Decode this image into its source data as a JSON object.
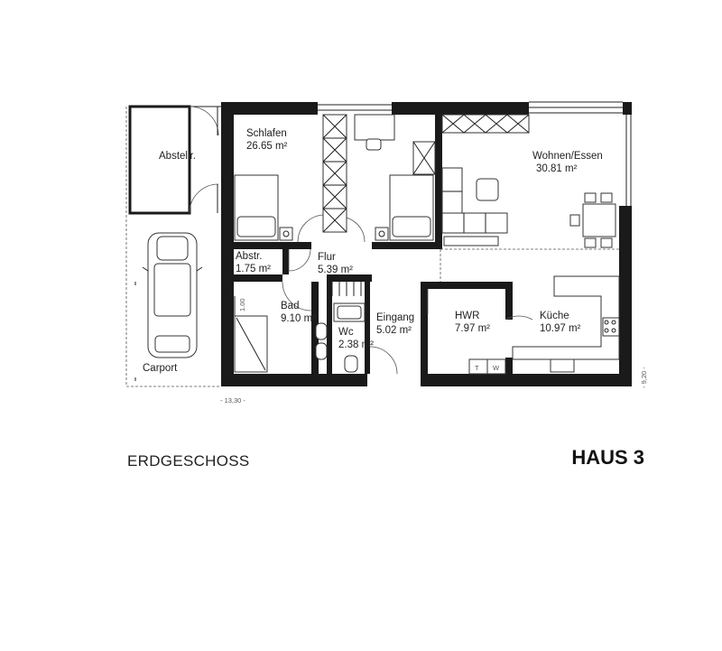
{
  "floor_label": "ERDGESCHOSS",
  "house_label": "HAUS 3",
  "dimensions": {
    "width": "- 13,30 -",
    "depth": "- 9,20 -"
  },
  "rooms": [
    {
      "id": "abstellr",
      "name": "Abstellr.",
      "area": ""
    },
    {
      "id": "schlafen",
      "name": "Schlafen",
      "area": "26.65 m²"
    },
    {
      "id": "wohnen",
      "name": "Wohnen/Essen",
      "area": "30.81 m²"
    },
    {
      "id": "abstr",
      "name": "Abstr.",
      "area": "1.75 m²"
    },
    {
      "id": "flur",
      "name": "Flur",
      "area": "5.39 m²"
    },
    {
      "id": "bad",
      "name": "Bad",
      "area": "9.10 m²"
    },
    {
      "id": "eingang",
      "name": "Eingang",
      "area": "5.02 m²"
    },
    {
      "id": "wc",
      "name": "Wc",
      "area": "2.38 m²"
    },
    {
      "id": "hwr",
      "name": "HWR",
      "area": "7.97 m²"
    },
    {
      "id": "kueche",
      "name": "Küche",
      "area": "10.97 m²"
    },
    {
      "id": "carport",
      "name": "Carport",
      "area": ""
    }
  ],
  "shower_dim": "1.00",
  "appliances": {
    "dryer": "T",
    "washer": "W"
  }
}
